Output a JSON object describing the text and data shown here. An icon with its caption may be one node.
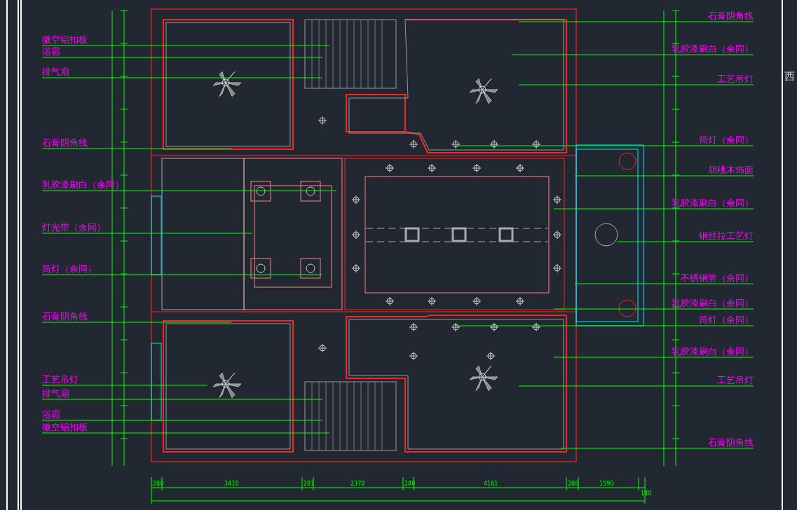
{
  "diagram": {
    "nodes": [
      {
        "text": [
          "微空铝扣板"
        ]
      },
      {
        "text": [
          "浴霸"
        ]
      },
      {
        "text": [
          "排气扇"
        ]
      },
      {
        "text": [
          "石膏阴角线"
        ]
      },
      {
        "text": [
          "乳胶漆刷白（余同）"
        ]
      },
      {
        "text": [
          "灯光带（余同）"
        ]
      },
      {
        "text": [
          "筒灯（余同）"
        ]
      },
      {
        "text": [
          "石膏阴角线"
        ]
      },
      {
        "text": [
          "工艺吊灯"
        ]
      },
      {
        "text": [
          "排气扇"
        ]
      },
      {
        "text": [
          "浴霸"
        ]
      },
      {
        "text": [
          "微空铝扣板"
        ]
      },
      {
        "text": [
          "石膏阴角线"
        ]
      },
      {
        "text": [
          "乳胶漆刷白（余同）"
        ]
      },
      {
        "text": [
          "工艺吊灯"
        ]
      },
      {
        "text": [
          "筒灯（余同）"
        ]
      },
      {
        "text": [
          "胡桃木饰面"
        ]
      },
      {
        "text": [
          "乳胶漆刷白（余同）"
        ]
      },
      {
        "text": [
          "钢丝拉工艺灯"
        ]
      },
      {
        "text": [
          "不锈钢管（余同）"
        ]
      },
      {
        "text": [
          "乳胶漆刷白（余同）"
        ]
      },
      {
        "text": [
          "筒灯（余同）"
        ]
      },
      {
        "text": [
          "乳胶漆刷白（余同）"
        ]
      },
      {
        "text": [
          "工艺吊灯"
        ]
      },
      {
        "text": [
          "石膏阴角线"
        ]
      }
    ],
    "edges": [
      {
        "from": 0,
        "to": null,
        "arrow": "none"
      },
      {
        "from": 1,
        "to": null,
        "arrow": "none"
      },
      {
        "from": 2,
        "to": null,
        "arrow": "none"
      },
      {
        "from": 3,
        "to": null,
        "arrow": "none"
      },
      {
        "from": 4,
        "to": null,
        "arrow": "none"
      },
      {
        "from": 5,
        "to": null,
        "arrow": "none"
      },
      {
        "from": 6,
        "to": null,
        "arrow": "none"
      },
      {
        "from": 7,
        "to": null,
        "arrow": "none"
      },
      {
        "from": 8,
        "to": null,
        "arrow": "none"
      },
      {
        "from": 9,
        "to": null,
        "arrow": "none"
      },
      {
        "from": 10,
        "to": null,
        "arrow": "none"
      },
      {
        "from": 11,
        "to": null,
        "arrow": "none"
      },
      {
        "from": 12,
        "to": null,
        "arrow": "none"
      },
      {
        "from": 13,
        "to": null,
        "arrow": "none"
      },
      {
        "from": 14,
        "to": null,
        "arrow": "none"
      },
      {
        "from": 15,
        "to": null,
        "arrow": "none"
      },
      {
        "from": 16,
        "to": null,
        "arrow": "none"
      },
      {
        "from": 17,
        "to": null,
        "arrow": "none"
      },
      {
        "from": 18,
        "to": null,
        "arrow": "none"
      },
      {
        "from": 19,
        "to": null,
        "arrow": "none"
      },
      {
        "from": 20,
        "to": null,
        "arrow": "none"
      },
      {
        "from": 21,
        "to": null,
        "arrow": "none"
      },
      {
        "from": 22,
        "to": null,
        "arrow": "none"
      },
      {
        "from": 23,
        "to": null,
        "arrow": "none"
      },
      {
        "from": 24,
        "to": null,
        "arrow": "none"
      }
    ],
    "labels": [
      "西",
      "280",
      "3410",
      "281",
      "2370",
      "280",
      "4161",
      "288",
      "1590",
      "140"
    ]
  }
}
